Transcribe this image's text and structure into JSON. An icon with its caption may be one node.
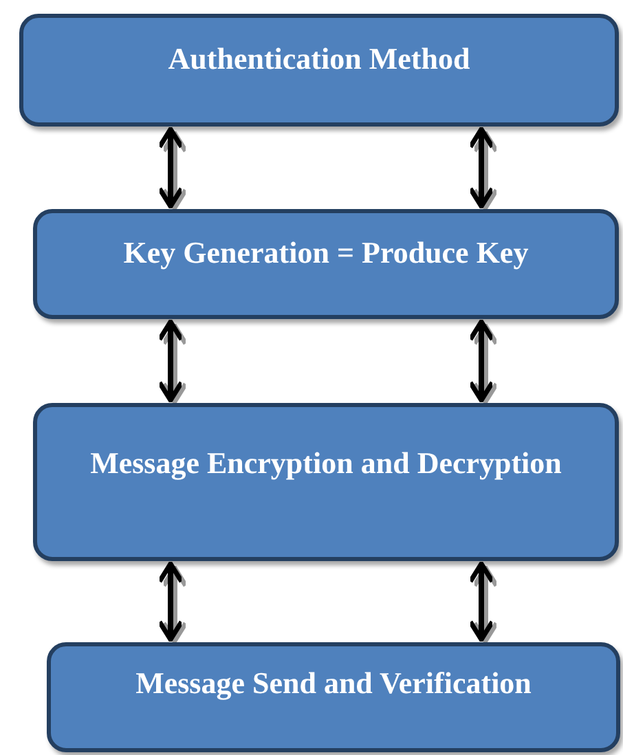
{
  "diagram": {
    "nodes": [
      {
        "text": [
          "Authentication Method"
        ]
      },
      {
        "text": [
          "Key Generation = Produce Key"
        ]
      },
      {
        "text": [
          "Message Encryption and Decryption"
        ]
      },
      {
        "text": [
          "Message Send and Verification"
        ]
      }
    ],
    "edges": [
      {
        "from": 0,
        "to": 1,
        "arrow": "both"
      },
      {
        "from": 0,
        "to": 1,
        "arrow": "both"
      },
      {
        "from": 1,
        "to": 2,
        "arrow": "both"
      },
      {
        "from": 1,
        "to": 2,
        "arrow": "both"
      },
      {
        "from": 2,
        "to": 3,
        "arrow": "both"
      },
      {
        "from": 2,
        "to": 3,
        "arrow": "both"
      }
    ]
  }
}
